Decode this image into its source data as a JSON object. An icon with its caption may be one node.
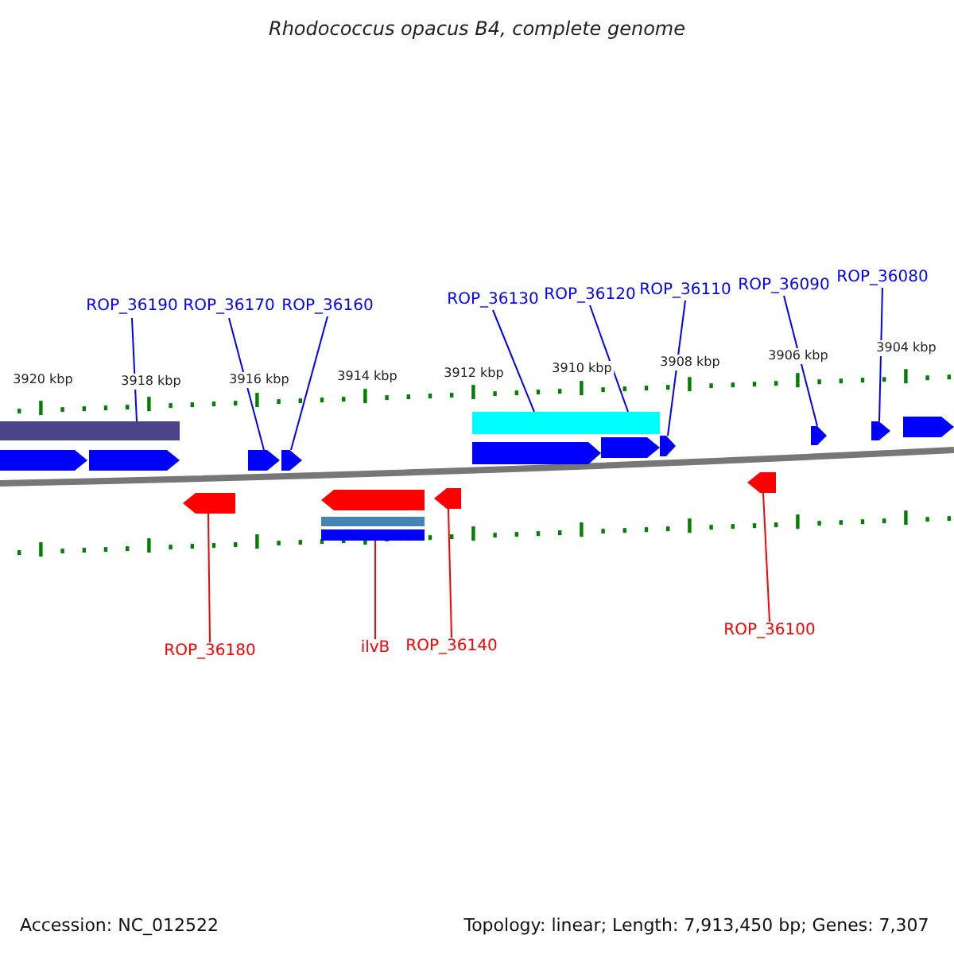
{
  "diagram": {
    "title": "Rhodococcus opacus B4, complete genome",
    "nodes": [
      {
        "text": [
          "ROP_36190"
        ]
      },
      {
        "text": [
          "ROP_36170"
        ]
      },
      {
        "text": [
          "ROP_36160"
        ]
      },
      {
        "text": [
          "ROP_36130"
        ]
      },
      {
        "text": [
          "ROP_36120"
        ]
      },
      {
        "text": [
          "ROP_36110"
        ]
      },
      {
        "text": [
          "ROP_36090"
        ]
      },
      {
        "text": [
          "ROP_36080"
        ]
      },
      {
        "text": [
          "ROP_36180"
        ]
      },
      {
        "text": [
          "ilvB"
        ]
      },
      {
        "text": [
          "ROP_36140"
        ]
      },
      {
        "text": [
          "ROP_36100"
        ]
      },
      {
        "text": [],
        "shape": "bar"
      },
      {
        "text": [],
        "shape": "bar"
      },
      {
        "text": [],
        "shape": "bar"
      },
      {
        "text": [],
        "shape": "arrow"
      },
      {
        "text": [],
        "shape": "arrow"
      },
      {
        "text": [],
        "shape": "arrow"
      },
      {
        "text": [],
        "shape": "arrow"
      },
      {
        "text": [],
        "shape": "arrow"
      },
      {
        "text": [],
        "shape": "arrow"
      },
      {
        "text": [],
        "shape": "arrow"
      },
      {
        "text": [],
        "shape": "arrow"
      },
      {
        "text": [],
        "shape": "arrow"
      },
      {
        "text": [],
        "shape": "arrow"
      },
      {
        "text": [],
        "shape": "arrow"
      },
      {
        "text": [],
        "shape": "arrow"
      },
      {
        "text": [],
        "shape": "arrow"
      },
      {
        "text": [],
        "shape": "arrow"
      },
      {
        "text": [],
        "shape": "bar"
      },
      {
        "text": [],
        "shape": "bar"
      }
    ],
    "edges": [
      {
        "from": 0,
        "to": 13,
        "arrow": "none",
        "color": "#0000ff"
      },
      {
        "from": 1,
        "to": 17,
        "arrow": "none",
        "color": "#0000ff"
      },
      {
        "from": 2,
        "to": 18,
        "arrow": "none",
        "color": "#0000ff"
      },
      {
        "from": 3,
        "to": 14,
        "arrow": "none",
        "color": "#0000ff"
      },
      {
        "from": 4,
        "to": 14,
        "arrow": "none",
        "color": "#0000ff"
      },
      {
        "from": 5,
        "to": 21,
        "arrow": "none",
        "color": "#0000ff"
      },
      {
        "from": 6,
        "to": 22,
        "arrow": "none",
        "color": "#0000ff"
      },
      {
        "from": 7,
        "to": 23,
        "arrow": "none",
        "color": "#0000ff"
      },
      {
        "from": 8,
        "to": 25,
        "arrow": "none",
        "color": "#ff0000"
      },
      {
        "from": 9,
        "to": 30,
        "arrow": "none",
        "color": "#ff0000"
      },
      {
        "from": 10,
        "to": 27,
        "arrow": "none",
        "color": "#ff0000"
      },
      {
        "from": 11,
        "to": 28,
        "arrow": "none",
        "color": "#ff0000"
      }
    ],
    "labels": [
      "3920 kbp",
      "3918 kbp",
      "3916 kbp",
      "3914 kbp",
      "3912 kbp",
      "3910 kbp",
      "3908 kbp",
      "3906 kbp",
      "3904 kbp",
      "Accession: NC_012522",
      "Topology: linear; Length: 7,913,450 bp; Genes: 7,307"
    ]
  }
}
